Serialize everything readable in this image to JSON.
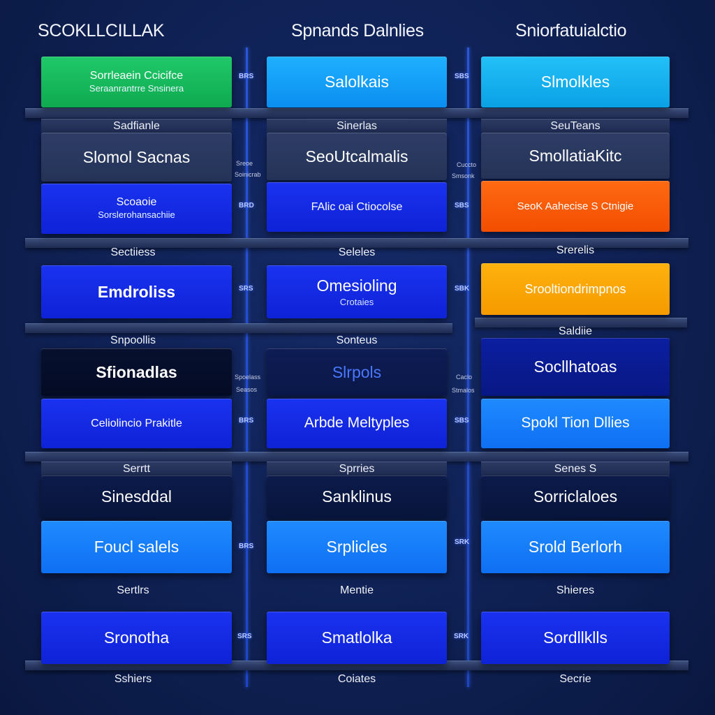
{
  "headers": [
    "SCOKLLCILLAK",
    "Spnands Dalnlies",
    "Sniorfatuialctio"
  ],
  "labels": {
    "c1": [
      "Sadfianle",
      "Sectiiess",
      "Snpoollis",
      "Serrtt",
      "Sertlrs",
      "Sshiers"
    ],
    "c2": [
      "Sinerlas",
      "Seleles",
      "Sonteus",
      "Sprries",
      "Mentie",
      "Coiates"
    ],
    "c3": [
      "SeuTeans",
      "Srerelis",
      "Saldiie",
      "Senes S",
      "Shieres",
      "Secrie"
    ]
  },
  "tiles": {
    "c1": [
      {
        "main": "Sorrleaein Ccicifce",
        "sub": "Seraanrantrre Snsinera"
      },
      {
        "main": "Slomol Sacnas"
      },
      {
        "main": "Scoaoie",
        "sub": "Sorslerohansachiie"
      },
      {
        "main": "Emdroliss"
      },
      {
        "main": "Sfionadlas"
      },
      {
        "main": "Celiolincio Prakitle"
      },
      {
        "main": "Sinesddal"
      },
      {
        "main": "Foucl salels"
      },
      {
        "main": "Sronotha"
      }
    ],
    "c2": [
      {
        "main": "Salolkais"
      },
      {
        "main": "SeoUtcalmalis"
      },
      {
        "main": "FAlic oai Ctiocolse"
      },
      {
        "main": "Omesioling",
        "sub": "Crotaies"
      },
      {
        "main": "Slrpols"
      },
      {
        "main": "Arbde Meltyples"
      },
      {
        "main": "Sanklinus"
      },
      {
        "main": "Srplicles"
      },
      {
        "main": "Smatlolka"
      }
    ],
    "c3": [
      {
        "main": "Slmolkles"
      },
      {
        "main": "SmollatiaKitc"
      },
      {
        "main": "SeoK Aahecise S Ctnigie"
      },
      {
        "main": "Srooltiondrimpnos"
      },
      {
        "main": "Socllhatoas"
      },
      {
        "main": "Spokl Tion Dllies"
      },
      {
        "main": "Sorriclaloes"
      },
      {
        "main": "Srold Berlorh"
      },
      {
        "main": "Sordllklls"
      }
    ]
  },
  "tags": {
    "left": [
      "BRS",
      "Sreoe",
      "Soinicrab",
      "BRD",
      "SRS",
      "Spoelass",
      "Seasos",
      "BRS",
      "BRS",
      "SRS"
    ],
    "right": [
      "SBS",
      "Cuccto",
      "Smsonk",
      "SBS",
      "SBK",
      "Caclo",
      "Stmalos",
      "SBS",
      "SRK",
      "SRK"
    ]
  },
  "colors": {
    "background": "#0f2154",
    "green": "#14b85c",
    "sky": "#149ff8",
    "royal": "#122ae4",
    "orange": "#f85c08",
    "amber": "#fba607",
    "guide_line": "#2a55d6"
  }
}
